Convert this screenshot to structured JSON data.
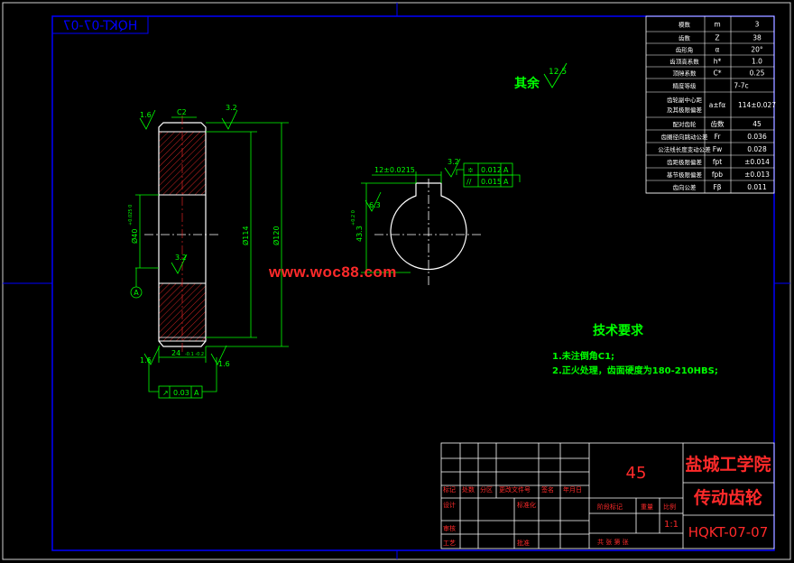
{
  "drawing_code_mirrored": "HQKT-07-07",
  "params": [
    {
      "name": "模数",
      "sym": "m",
      "val": "3"
    },
    {
      "name": "齿数",
      "sym": "Z",
      "val": "38"
    },
    {
      "name": "齿形角",
      "sym": "α",
      "val": "20°"
    },
    {
      "name": "齿顶高系数",
      "sym": "h*",
      "val": "1.0"
    },
    {
      "name": "顶隙系数",
      "sym": "C*",
      "val": "0.25"
    },
    {
      "name": "精度等级",
      "sym": "",
      "val": "7-7c"
    },
    {
      "name": "齿轮副中心距及其极限偏差",
      "sym": "a±fα",
      "val": "114±0.027"
    },
    {
      "name": "配对齿轮",
      "sym": "齿数",
      "val": "45"
    },
    {
      "name": "齿圈径向跳动公差",
      "sym": "Fr",
      "val": "0.036"
    },
    {
      "name": "公法线长度变动公差",
      "sym": "Fw",
      "val": "0.028"
    },
    {
      "name": "齿距极限偏差",
      "sym": "fpt",
      "val": "±0.014"
    },
    {
      "name": "基节极限偏差",
      "sym": "fpb",
      "val": "±0.013"
    },
    {
      "name": "齿向公差",
      "sym": "Fβ",
      "val": "0.011"
    }
  ],
  "dims": {
    "chamfer": "C2",
    "rough_left": "1.6",
    "rough_top": "3.2",
    "rough_center": "3.2",
    "rough_keyway": "3.2",
    "rough_bottom_left": "1.6",
    "rough_bottom_right": "1.6",
    "rough_key_bottom": "6.3",
    "bore_dia": "Ø40",
    "bore_tol": "+0.025 0",
    "hub_dia": "Ø114",
    "outer_dia": "Ø120",
    "width": "24",
    "width_tol": "-0.1 -0.2",
    "keyway_width": "12±0.0215",
    "key_depth": "43.3",
    "key_depth_tol": "+0.2 0",
    "datum_label": "A",
    "tol1_sym": "≑",
    "tol1_val": "0.012",
    "tol1_ref": "A",
    "tol2_sym": "//",
    "tol2_val": "0.015",
    "tol2_ref": "A",
    "runout_sym": "↗",
    "runout_val": "0.03",
    "runout_ref": "A"
  },
  "rest_rough": {
    "label": "其余",
    "value": "12.5"
  },
  "watermark": "www.woc88.com",
  "tech": {
    "title": "技术要求",
    "items": [
      "1.未注倒角C1;",
      "2.正火处理，齿面硬度为180-210HBS;"
    ]
  },
  "title_block": {
    "material": "45",
    "school": "盐城工学院",
    "part_name": "传动齿轮",
    "drawing_no": "HQKT-07-07",
    "scale": "1:1",
    "rev_headers": [
      "标记",
      "处数",
      "分区",
      "更改文件号",
      "签名",
      "年月日"
    ],
    "row_design": "设计",
    "row_standard": "标准化",
    "row_review": "审核",
    "row_process": "工艺",
    "row_approve": "批准",
    "stage_mark": "阶段标记",
    "weight": "重量",
    "ratio": "比例",
    "sheets": "共  张 第  张"
  }
}
